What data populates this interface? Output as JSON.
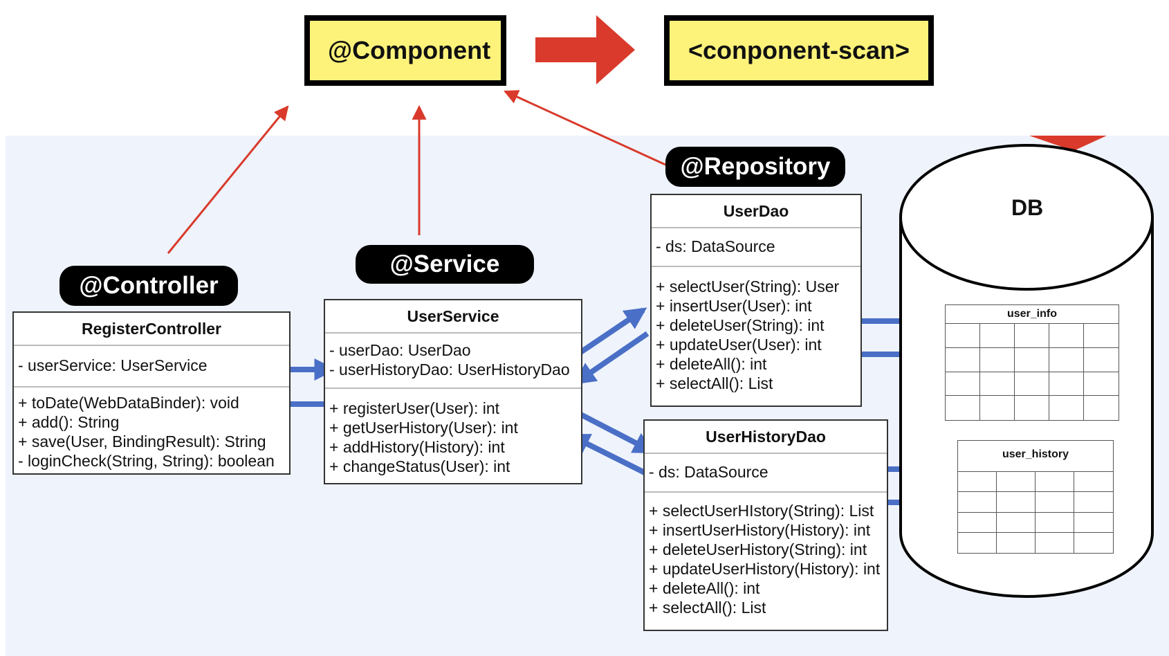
{
  "top": {
    "component": "@Component",
    "scan": "<conponent-scan>"
  },
  "labels": {
    "controller": "@Controller",
    "service": "@Service",
    "repository": "@Repository"
  },
  "classes": {
    "register_controller": {
      "name": "RegisterController",
      "fields": [
        "- userService: UserService"
      ],
      "methods": [
        "+ toDate(WebDataBinder): void",
        "+ add(): String",
        "+ save(User, BindingResult): String",
        "- loginCheck(String, String): boolean"
      ]
    },
    "user_service": {
      "name": "UserService",
      "fields": [
        "- userDao: UserDao",
        "- userHistoryDao: UserHistoryDao"
      ],
      "methods": [
        "+ registerUser(User): int",
        "+ getUserHistory(User): int",
        "+ addHistory(History): int",
        "+ changeStatus(User): int"
      ]
    },
    "user_dao": {
      "name": "UserDao",
      "fields": [
        "- ds: DataSource"
      ],
      "methods": [
        "+ selectUser(String): User",
        "+ insertUser(User): int",
        "+ deleteUser(String): int",
        "+ updateUser(User): int",
        "+ deleteAll(): int",
        "+ selectAll(): List"
      ]
    },
    "user_history_dao": {
      "name": "UserHistoryDao",
      "fields": [
        "- ds: DataSource"
      ],
      "methods": [
        "+ selectUserHIstory(String): List",
        "+ insertUserHistory(History): int",
        "+ deleteUserHistory(String): int",
        "+ updateUserHistory(History): int",
        "+ deleteAll(): int",
        "+ selectAll(): List"
      ]
    }
  },
  "db": {
    "title": "DB",
    "tables": [
      {
        "name": "user_info",
        "columns": 5,
        "rows": 4
      },
      {
        "name": "user_history",
        "columns": 4,
        "rows": 4
      }
    ]
  },
  "colors": {
    "annotation_box": "#fdf37a",
    "red_arrow": "#d93a2b",
    "blue_arrow": "#4a6fc6",
    "panel_background": "#eef3fc"
  }
}
